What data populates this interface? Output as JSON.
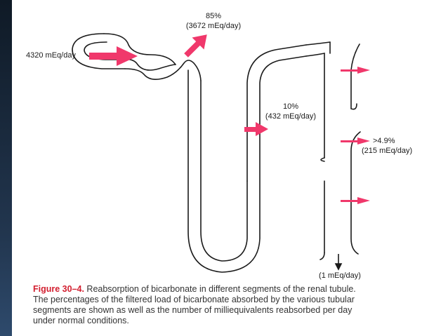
{
  "labels": {
    "inflow": "4320 mEq/day",
    "proximal_pct": "85%",
    "proximal_amt": "(3672 mEq/day)",
    "loop_pct": "10%",
    "loop_amt": "(432 mEq/day)",
    "collecting_pct": ">4.9%",
    "collecting_amt": "(215 mEq/day)",
    "excreted": "(1 mEq/day)"
  },
  "caption": {
    "figure_label": "Figure 30–4.",
    "line1": " Reabsorption of bicarbonate in different segments of the renal tubule.",
    "line2": "The percentages of the filtered load of bicarbonate absorbed by the various tubular",
    "line3": "segments are shown as well as the number of milliequivalents reabsorbed per day",
    "line4": "under normal conditions."
  },
  "colors": {
    "arrow": "#f0386b",
    "tubule": "#1a1a1a",
    "figure_label": "#d21e2f"
  }
}
